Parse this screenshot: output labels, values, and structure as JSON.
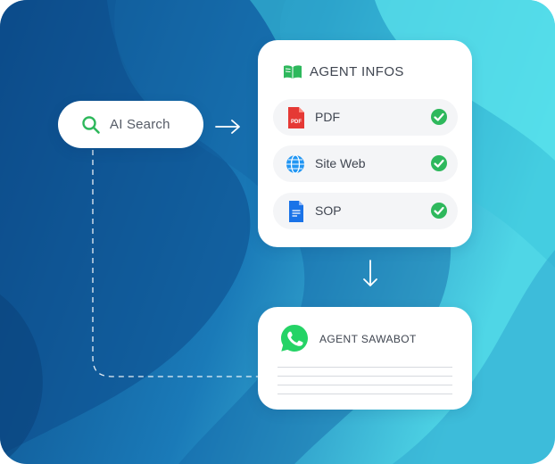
{
  "colors": {
    "bg_dark": "#0d4f8e",
    "bg_light": "#5ce3ea",
    "accent_green": "#2eb85c",
    "whatsapp_green": "#25d366",
    "pdf_red": "#e53935",
    "web_blue": "#2196f3",
    "doc_blue": "#1a73e8"
  },
  "search": {
    "label": "AI Search",
    "icon": "search-icon"
  },
  "infos": {
    "title": "AGENT INFOS",
    "title_icon": "book-icon",
    "items": [
      {
        "label": "PDF",
        "icon": "pdf-file-icon",
        "checked": true
      },
      {
        "label": "Site Web",
        "icon": "globe-icon",
        "checked": true
      },
      {
        "label": "SOP",
        "icon": "doc-file-icon",
        "checked": true
      }
    ]
  },
  "agent": {
    "title": "AGENT SAWABOT",
    "icon": "whatsapp-icon",
    "lines": 4
  }
}
